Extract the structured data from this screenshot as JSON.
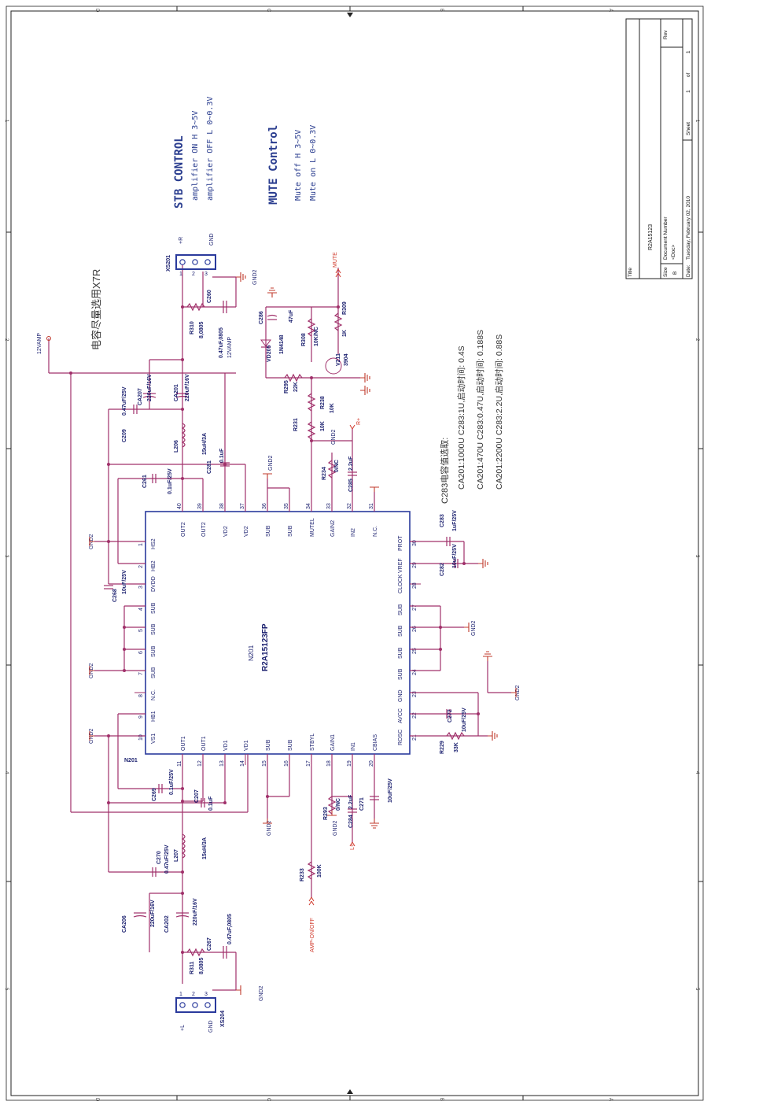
{
  "title_block": {
    "title_label": "Title",
    "title_value": "R2A15123",
    "size_label": "Size",
    "size_value": "B",
    "docnum_label": "Document Number",
    "docnum_value": "<Doc>",
    "rev_label": "Rev",
    "date_label": "Date:",
    "date_value": "Tuesday, February 02, 2010",
    "sheet_label": "Sheet",
    "sheet_value": "1",
    "of_label": "of",
    "of_value": "1"
  },
  "border": {
    "rows": [
      "D",
      "C",
      "B",
      "A"
    ],
    "cols": [
      "1",
      "2",
      "3",
      "4",
      "5"
    ]
  },
  "notes": {
    "stb_title": "STB CONTROL",
    "stb_line1": "amplifier ON H  3~5V",
    "stb_line2": "amplifier OFF L  0~0.3V",
    "mute_title": "MUTE Control",
    "mute_line1": "Mute off H  3~5V",
    "mute_line2": "Mute on L   0~0.3V",
    "cap_note": "电容尽量选用X7R",
    "c283_title": "C283电容值选取:",
    "c283_line1": "CA201:1000U    C283:1U,启动时间: 0.4S",
    "c283_line2": "CA201:470U     C283:0.47U,启动时间: 0.188S",
    "c283_line3": "CA201:2200U    C283:2.2U,启动时间: 0.88S"
  },
  "ic": {
    "ref": "N201",
    "part": "R2A15123FP",
    "ref2": "N201",
    "top_pins": [
      {
        "num": "40",
        "name": "OUT2"
      },
      {
        "num": "39",
        "name": "OUT2"
      },
      {
        "num": "38",
        "name": "VD2"
      },
      {
        "num": "37",
        "name": "VD2"
      },
      {
        "num": "36",
        "name": "SUB"
      },
      {
        "num": "35",
        "name": "SUB"
      },
      {
        "num": "34",
        "name": "MUTEL"
      },
      {
        "num": "33",
        "name": "GAIN2"
      },
      {
        "num": "32",
        "name": "IN2"
      },
      {
        "num": "31",
        "name": "N.C."
      }
    ],
    "bottom_pins": [
      {
        "num": "11",
        "name": "OUT1"
      },
      {
        "num": "12",
        "name": "OUT1"
      },
      {
        "num": "13",
        "name": "VD1"
      },
      {
        "num": "14",
        "name": "VD1"
      },
      {
        "num": "15",
        "name": "SUB"
      },
      {
        "num": "16",
        "name": "SUB"
      },
      {
        "num": "17",
        "name": "STBYL"
      },
      {
        "num": "18",
        "name": "GAIN1"
      },
      {
        "num": "19",
        "name": "IN1"
      },
      {
        "num": "20",
        "name": "CBIAS"
      }
    ],
    "left_pins": [
      {
        "num": "1",
        "name": "HS2"
      },
      {
        "num": "2",
        "name": "HB2"
      },
      {
        "num": "3",
        "name": "DVDD"
      },
      {
        "num": "4",
        "name": "SUB"
      },
      {
        "num": "5",
        "name": "SUB"
      },
      {
        "num": "6",
        "name": "SUB"
      },
      {
        "num": "7",
        "name": "SUB"
      },
      {
        "num": "8",
        "name": "N.C."
      },
      {
        "num": "9",
        "name": "HB1"
      },
      {
        "num": "10",
        "name": "VS1"
      }
    ],
    "right_pins": [
      {
        "num": "30",
        "name": "PROT"
      },
      {
        "num": "29",
        "name": "VREF"
      },
      {
        "num": "28",
        "name": "CLOCK"
      },
      {
        "num": "27",
        "name": "SUB"
      },
      {
        "num": "26",
        "name": "SUB"
      },
      {
        "num": "25",
        "name": "SUB"
      },
      {
        "num": "24",
        "name": "SUB"
      },
      {
        "num": "23",
        "name": "GND"
      },
      {
        "num": "22",
        "name": "AVCC"
      },
      {
        "num": "21",
        "name": "ROSC"
      }
    ]
  },
  "connectors": {
    "xs201": {
      "ref": "XS201",
      "p1": "+R",
      "p3": "GND",
      "n1": "1",
      "n2": "2",
      "n3": "3"
    },
    "xs204": {
      "ref": "XS204",
      "p1": "+L",
      "p3": "GND",
      "n1": "1",
      "n2": "2",
      "n3": "3"
    }
  },
  "nets": {
    "vamp": "12VAMP",
    "vamp2": "12VAMP",
    "mute": "MUTE",
    "amp": "AMP-ON/OFF",
    "rplus": "R+",
    "lplus": "L+",
    "gnd2_labels": [
      "GND2",
      "GND2",
      "GND2",
      "GND2",
      "GND2",
      "GND2",
      "GND2",
      "GND2",
      "GND2",
      "GND2",
      "GND2"
    ]
  },
  "parts": {
    "C260": {
      "ref": "C260",
      "val": "0.47uF,0805"
    },
    "R310": {
      "ref": "R310",
      "val": "8,0805"
    },
    "C286": {
      "ref": "C286",
      "val": "47uF"
    },
    "VD205": {
      "ref": "VD205",
      "val": "1N4148"
    },
    "R308": {
      "ref": "R308",
      "val": "10K/NC"
    },
    "R309": {
      "ref": "R309",
      "val": "1K"
    },
    "V211": {
      "ref": "V211",
      "val": "3904"
    },
    "R295": {
      "ref": "R295",
      "val": "22K"
    },
    "R238": {
      "ref": "R238",
      "val": "10K"
    },
    "R231": {
      "ref": "R231",
      "val": "10K"
    },
    "R234": {
      "ref": "R234",
      "val": "0/NC"
    },
    "C285": {
      "ref": "C285",
      "val": "2.2uF"
    },
    "CA207": {
      "ref": "CA207",
      "val": "220uF/16V"
    },
    "CA201": {
      "ref": "CA201",
      "val": "220uF/16V"
    },
    "C209": {
      "ref": "C209",
      "val": "0.47uF/25V"
    },
    "L206": {
      "ref": "L206",
      "val": "15uH/3A"
    },
    "C281": {
      "ref": "C281",
      "val": "0.1uF"
    },
    "C261": {
      "ref": "C261",
      "val": "0.1uF/25V"
    },
    "C268": {
      "ref": "C268",
      "val": "10uF/25V"
    },
    "C283": {
      "ref": "C283",
      "val": "1uF/25V"
    },
    "C282": {
      "ref": "C282",
      "val": "10uF/25V"
    },
    "C272": {
      "ref": "C272",
      "val": "10uF/25V"
    },
    "R229": {
      "ref": "R229",
      "val": "33K"
    },
    "C269": {
      "ref": "C269",
      "val": "0.1uF/25V"
    },
    "C207": {
      "ref": "C207",
      "val": "0.1uF"
    },
    "C270": {
      "ref": "C270",
      "val": "0.47uF/25V"
    },
    "L207": {
      "ref": "L207",
      "val": "15uH/3A"
    },
    "CA206": {
      "ref": "CA206",
      "val": "220uF/16V"
    },
    "CA202": {
      "ref": "CA202",
      "val": "220uF/16V"
    },
    "C267": {
      "ref": "C267",
      "val": "0.47uF,0805"
    },
    "R311": {
      "ref": "R311",
      "val": "8,0805"
    },
    "R293": {
      "ref": "R293",
      "val": "0/NC"
    },
    "C284": {
      "ref": "C284",
      "val": "2.2uF"
    },
    "C271": {
      "ref": "C271",
      "val": "10uF/25V"
    },
    "R233": {
      "ref": "R233",
      "val": "100K"
    }
  },
  "colors": {
    "wire": "#a0306a",
    "chip": "#2a3a9c",
    "text": "#1a1f6e",
    "net_red": "#d0392b",
    "note": "#2a3d8f"
  }
}
